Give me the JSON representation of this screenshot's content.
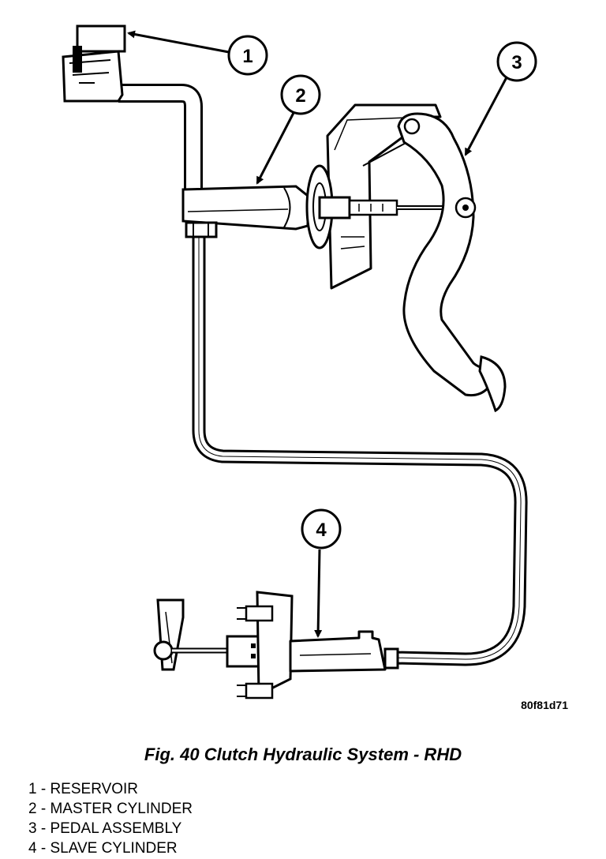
{
  "figure": {
    "code": "80f81d71",
    "caption": "Fig. 40 Clutch Hydraulic System - RHD"
  },
  "callouts": [
    {
      "number": "1"
    },
    {
      "number": "2"
    },
    {
      "number": "3"
    },
    {
      "number": "4"
    }
  ],
  "legend": [
    {
      "text": "1 - RESERVOIR"
    },
    {
      "text": "2 - MASTER CYLINDER"
    },
    {
      "text": "3 - PEDAL ASSEMBLY"
    },
    {
      "text": "4 - SLAVE CYLINDER"
    }
  ]
}
